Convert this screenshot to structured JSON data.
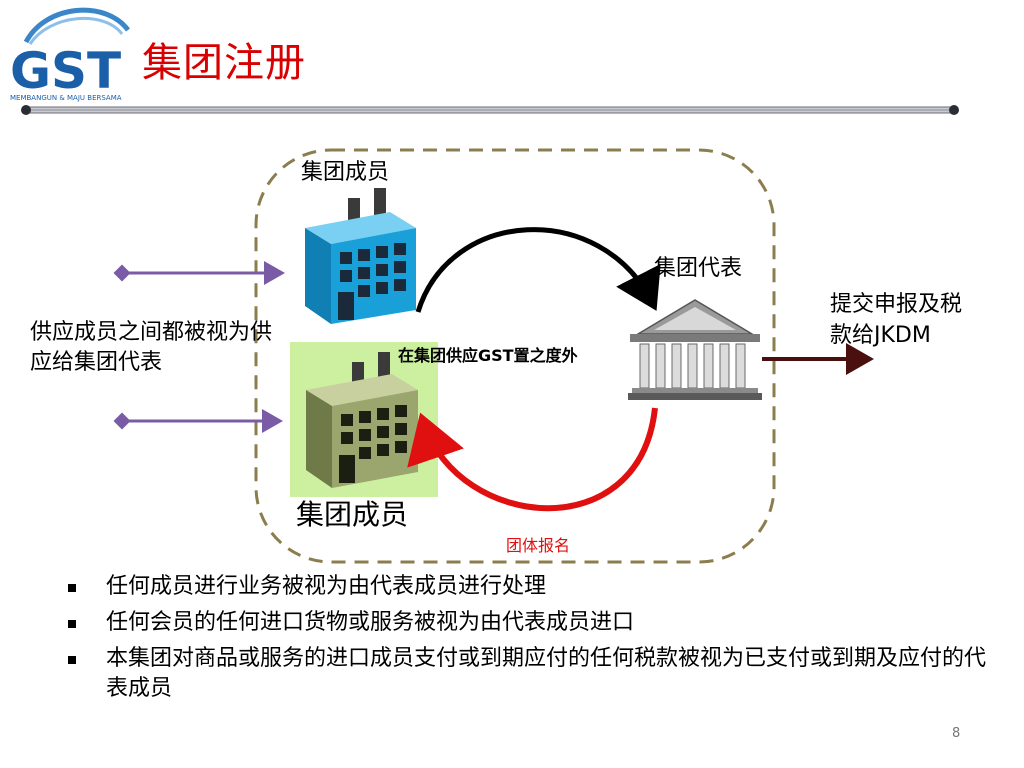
{
  "header": {
    "logo_text": "GST",
    "logo_tagline": "MEMBANGUN & MAJU BERSAMA",
    "title": "集团注册"
  },
  "diagram": {
    "member_top_label": "集团成员",
    "member_bottom_label": "集团成员",
    "representative_label": "集团代表",
    "supply_note": "供应成员之间都被视为供应给集团代表",
    "out_of_scope_label": "在集团供应GST置之度外",
    "submit_label_line1": "提交申报及税",
    "submit_label_line2": "款给JKDM",
    "group_registration_label": "团体报名"
  },
  "bullets": [
    "任何成员进行业务被视为由代表成员进行处理",
    "任何会员的任何进口货物或服务被视为由代表成员进口",
    "本集团对商品或服务的进口成员支付或到期应付的任何税款被视为已支付或到期及应付的代表成员"
  ],
  "page_number": "8",
  "colors": {
    "title": "#d80000",
    "arrow_black": "#000000",
    "arrow_red": "#e01010",
    "arrow_purple": "#7a5ba6",
    "arrow_dark": "#4a1010",
    "dashed_border": "#8c7d4e",
    "building_blue": "#1aa0d8",
    "building_olive": "#9aa66e",
    "highlight_bg": "#cdf0a0",
    "logo_blue": "#1a5fa8"
  }
}
